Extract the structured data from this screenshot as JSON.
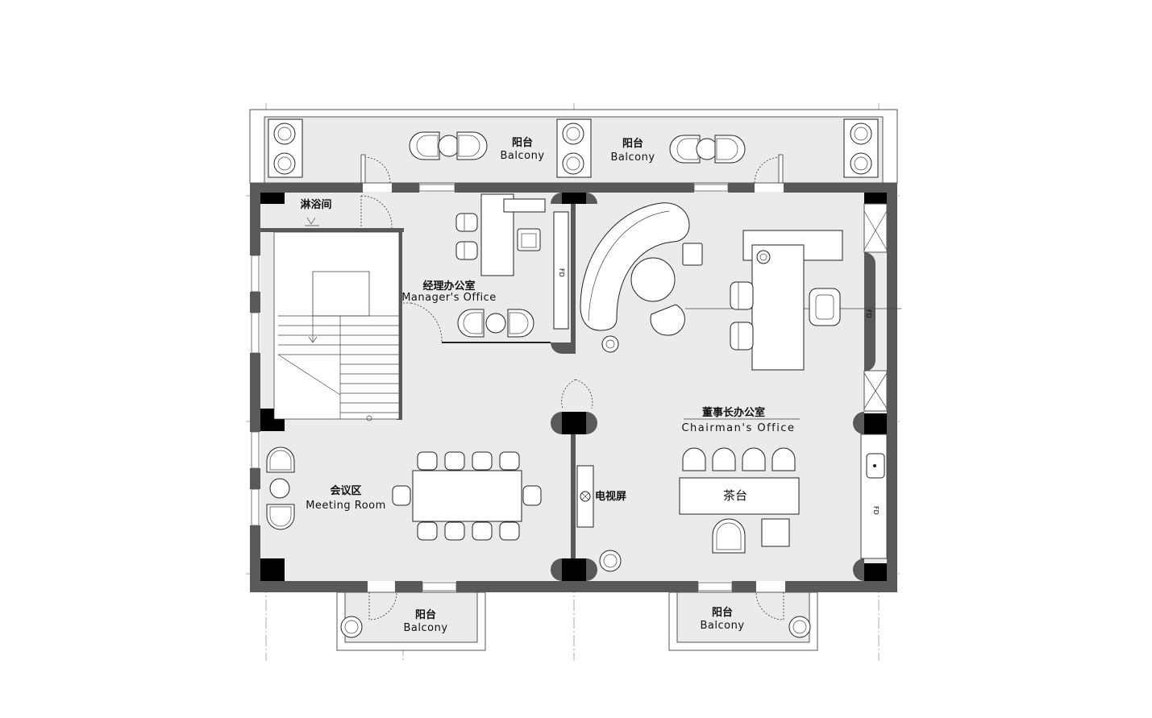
{
  "rooms": {
    "balcony_top_left": {
      "cn": "阳台",
      "en": "Balcony"
    },
    "balcony_top_right": {
      "cn": "阳台",
      "en": "Balcony"
    },
    "balcony_bottom_left": {
      "cn": "阳台",
      "en": "Balcony"
    },
    "balcony_bottom_right": {
      "cn": "阳台",
      "en": "Balcony"
    },
    "shower": {
      "cn": "淋浴间"
    },
    "manager_office": {
      "cn": "经理办公室",
      "en": "Manager's Office"
    },
    "chairman_office": {
      "cn": "董事长办公室",
      "en": "Chairman's Office"
    },
    "meeting_room": {
      "cn": "会议区",
      "en": "Meeting Room"
    }
  },
  "labels": {
    "tv_screen": "电视屏",
    "tea_table": "茶台",
    "fd": "FD"
  },
  "colors": {
    "wall": "#595959",
    "column": "#000000",
    "floor": "#ebebeb",
    "furniture": "#ffffff"
  }
}
